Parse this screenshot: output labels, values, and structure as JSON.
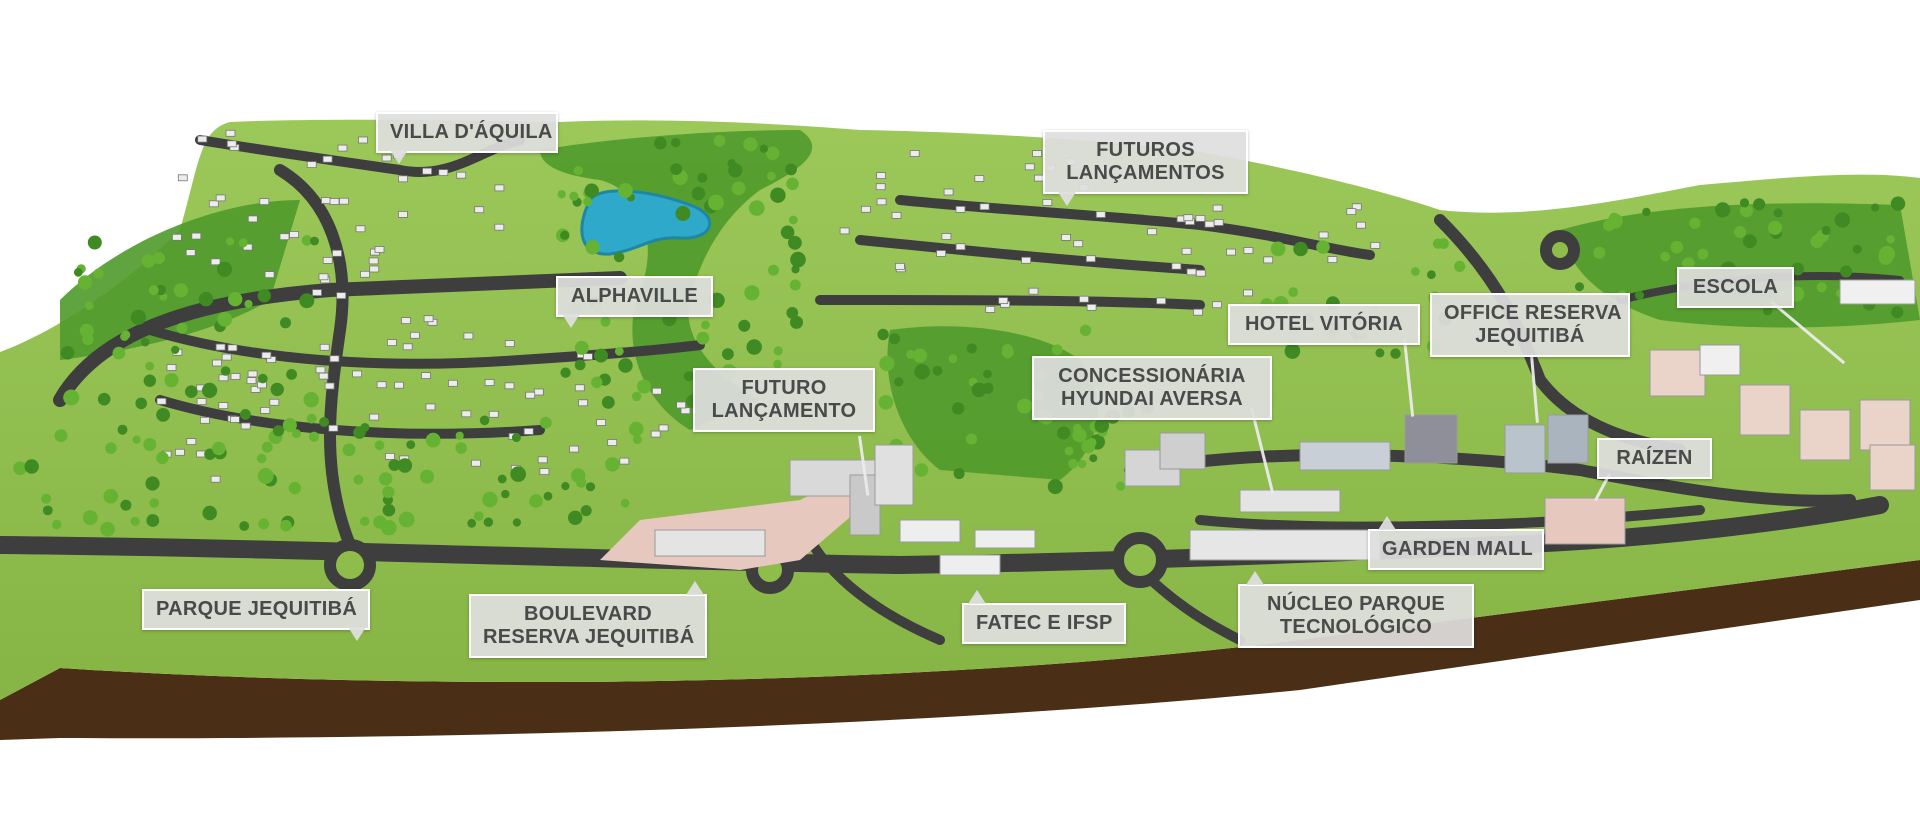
{
  "map": {
    "colors": {
      "grass": "#8fbd4c",
      "grass_dark": "#6f9a32",
      "road": "#3e3e3e",
      "soil": "#4a2f16",
      "water": "#2ea9c9",
      "tree": "#3f8a22",
      "tree_light": "#66b333",
      "building": "#d9d9d9",
      "building_pink": "#e6c8bf",
      "label_bg": "#dedede",
      "label_text": "#4a4a4a"
    },
    "labels": {
      "villa_daquila": [
        "VILLA D'ÁQUILA"
      ],
      "futuros_lancamentos": [
        "FUTUROS",
        "LANÇAMENTOS"
      ],
      "alphaville": [
        "ALPHAVILLE"
      ],
      "hotel_vitoria": [
        "HOTEL VITÓRIA"
      ],
      "office_reserva": [
        "OFFICE RESERVA",
        "JEQUITIBÁ"
      ],
      "escola": [
        "ESCOLA"
      ],
      "futuro_lancamento": [
        "FUTURO",
        "LANÇAMENTO"
      ],
      "concessionaria": [
        "CONCESSIONÁRIA",
        "HYUNDAI AVERSA"
      ],
      "raizen": [
        "RAÍZEN"
      ],
      "garden_mall": [
        "GARDEN MALL"
      ],
      "parque_jequitiba": [
        "PARQUE JEQUITIBÁ"
      ],
      "boulevard": [
        "BOULEVARD",
        "RESERVA JEQUITIBÁ"
      ],
      "fatec": [
        "FATEC E IFSP"
      ],
      "nucleo": [
        "NÚCLEO PARQUE",
        "TECNOLÓGICO"
      ]
    }
  }
}
